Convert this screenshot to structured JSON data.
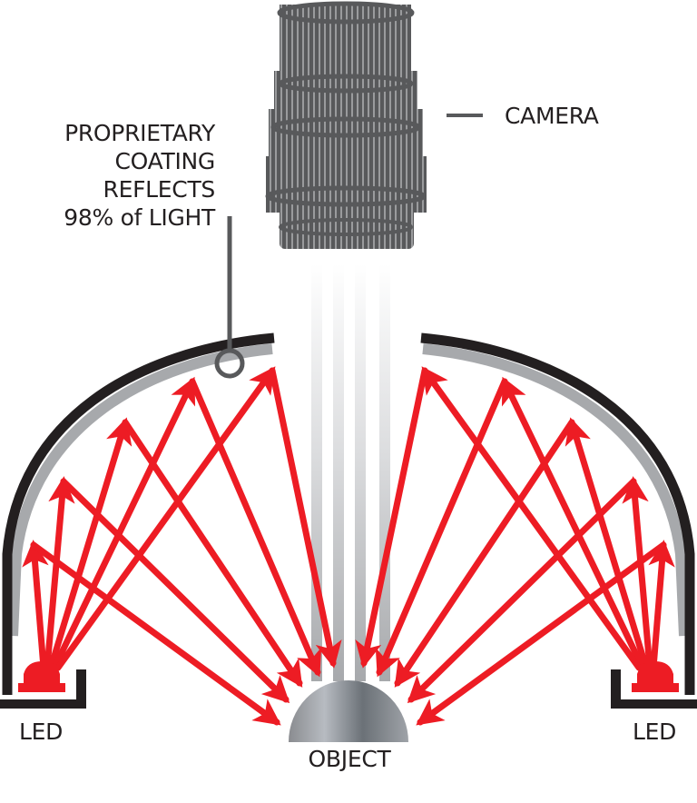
{
  "diagram": {
    "title": "Dome lighting illumination diagram",
    "labels": {
      "camera": "CAMERA",
      "coating_line1": "PROPRIETARY",
      "coating_line2": "COATING",
      "coating_line3": "REFLECTS",
      "coating_line4": "98% of LIGHT",
      "led_left": "LED",
      "led_right": "LED",
      "object": "OBJECT"
    },
    "colors": {
      "ray": "#ed1c24",
      "dome_shell": "#231f20",
      "coating": "#a7a9ac",
      "camera": "#58595b",
      "callout": "#58595b",
      "object_dark": "#6d7278",
      "object_light": "#b4b8be",
      "beam": "#d1d3d4",
      "text": "#231f20"
    },
    "components": [
      "camera",
      "dome",
      "reflective-coating",
      "led-left",
      "led-right",
      "object",
      "light-rays",
      "camera-view-beams"
    ]
  }
}
